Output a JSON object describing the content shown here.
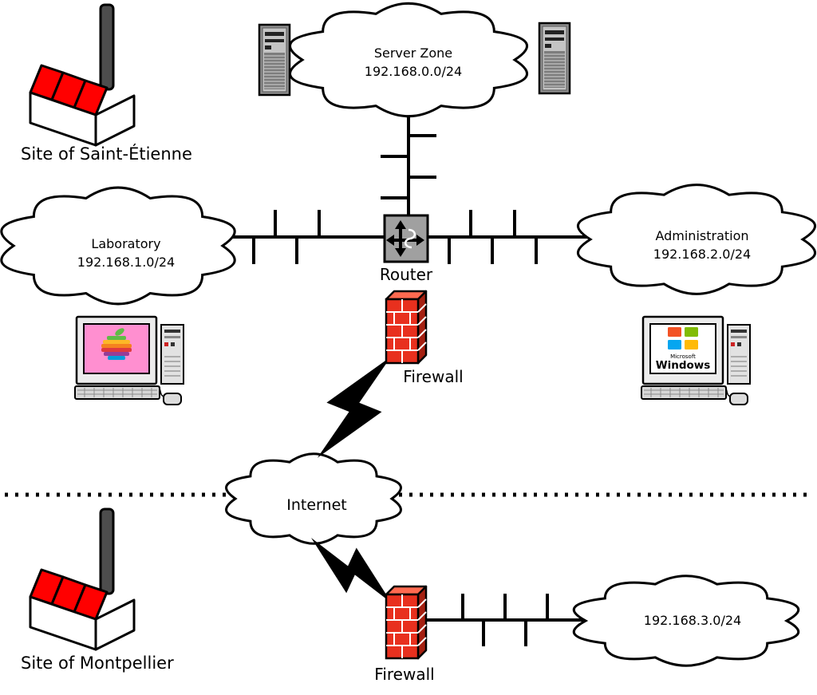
{
  "diagram": {
    "sites": {
      "saint_etienne": {
        "label": "Site of Saint-Étienne"
      },
      "montpellier": {
        "label": "Site of Montpellier"
      }
    },
    "networks": {
      "server_zone": {
        "name": "Server Zone",
        "subnet": "192.168.0.0/24"
      },
      "laboratory": {
        "name": "Laboratory",
        "subnet": "192.168.1.0/24"
      },
      "administration": {
        "name": "Administration",
        "subnet": "192.168.2.0/24"
      },
      "internet": {
        "name": "Internet"
      },
      "montpellier_lan": {
        "subnet": "192.168.3.0/24"
      }
    },
    "devices": {
      "router": {
        "label": "Router"
      },
      "firewall_main": {
        "label": "Firewall"
      },
      "firewall_montpellier": {
        "label": "Firewall"
      }
    },
    "workstations": {
      "windows_screen": {
        "vendor": "Microsoft",
        "product": "Windows"
      }
    },
    "icons": {
      "factory": "factory-icon",
      "server_tower": "server-tower-icon",
      "cloud": "cloud-icon",
      "router": "router-arrows-icon",
      "firewall": "brick-wall-icon",
      "lightning": "lightning-bolt-icon",
      "mac": "mac-computer-icon",
      "windows": "windows-computer-icon",
      "apple_logo": "rainbow-apple-icon",
      "windows_logo": "windows-flag-icon"
    },
    "colors": {
      "factory_red": "#ff0000",
      "chimney_gray": "#4d4d4d",
      "brick_red": "#e8301e",
      "brick_red_light": "#ff6a50",
      "brick_red_dark": "#a52011",
      "router_gray": "#a0a0a0",
      "mac_screen_pink": "#ff8fd0",
      "cloud_white": "#ffffff",
      "line_black": "#000000",
      "apple_stripes": [
        "#61bb46",
        "#fdb827",
        "#f5821f",
        "#e03a3e",
        "#963d97",
        "#009ddc"
      ],
      "windows_panes": [
        "#f35325",
        "#81bc06",
        "#05a6f0",
        "#ffba08"
      ]
    }
  }
}
